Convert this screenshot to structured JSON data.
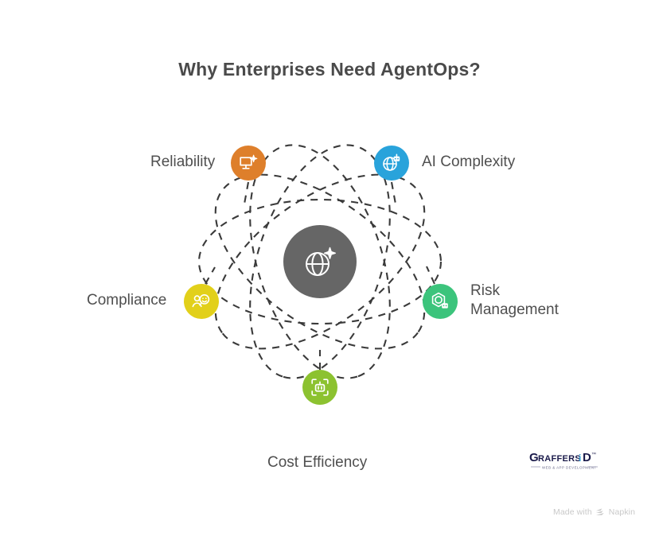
{
  "title": "Why Enterprises Need AgentOps?",
  "hub": {
    "icon": "globe-sparkle-icon",
    "color": "#666666"
  },
  "nodes": [
    {
      "id": "reliability",
      "label": "Reliability",
      "color": "#de7f2b",
      "icon": "monitor-sparkle-icon"
    },
    {
      "id": "ai-complexity",
      "label": "AI Complexity",
      "color": "#29a3db",
      "icon": "globe-robot-icon"
    },
    {
      "id": "risk-management",
      "label": "Risk\nManagement",
      "color": "#3cc47c",
      "icon": "hexagon-shield-robot-icon"
    },
    {
      "id": "cost-efficiency",
      "label": "Cost Efficiency",
      "color": "#8cc230",
      "icon": "robot-scan-frame-icon"
    },
    {
      "id": "compliance",
      "label": "Compliance",
      "color": "#e2d01a",
      "icon": "people-badge-icon"
    }
  ],
  "brand": {
    "name_g": "G",
    "name_raffers": "RAFFERS",
    "name_i": "i",
    "name_d": "D",
    "trademark": "™",
    "tagline": "WEB & APP DEVELOPMENT"
  },
  "watermark": {
    "text_prefix": "Made with",
    "icon": "napkin-logo-icon",
    "text_suffix": "Napkin"
  },
  "colors": {
    "background": "#ffffff",
    "title_text": "#4a4a4a",
    "label_text": "#4f4f4f",
    "orbit_stroke": "#3a3a3a",
    "watermark_text": "#c9c9c9",
    "brand_dark": "#1b1b4b",
    "brand_accent": "#2e9fd6"
  }
}
